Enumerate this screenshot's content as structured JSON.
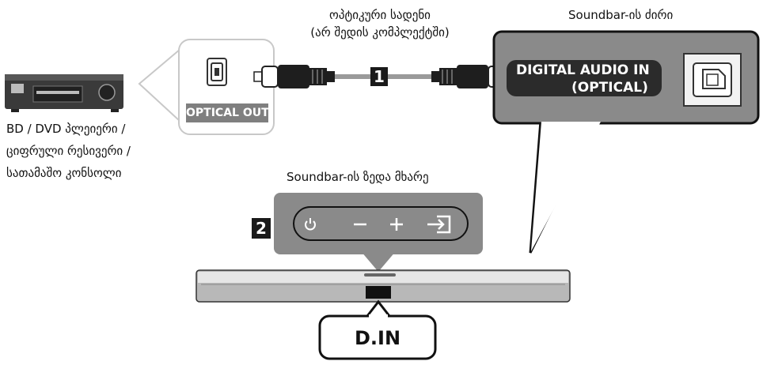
{
  "cable_caption": {
    "line1": "ოპტიკური სადენი",
    "line2": "(არ შედის კომპლექტში)"
  },
  "soundbar_back_label": "Soundbar-ის ძირი",
  "soundbar_top_label": "Soundbar-ის ზედა მხარე",
  "source_device_caption": {
    "line1": "BD / DVD პლეიერი /",
    "line2": "ციფრული რესივერი /",
    "line3": "სათამაშო კონსოლი"
  },
  "optical_out_label": "OPTICAL OUT",
  "digital_audio_in_label": {
    "line1": "DIGITAL AUDIO IN",
    "line2": "(OPTICAL)"
  },
  "step_badges": [
    "1",
    "2"
  ],
  "control_panel_buttons": [
    "power-icon",
    "volume-down-icon",
    "volume-up-icon",
    "source-icon"
  ],
  "din_label": "D.IN"
}
